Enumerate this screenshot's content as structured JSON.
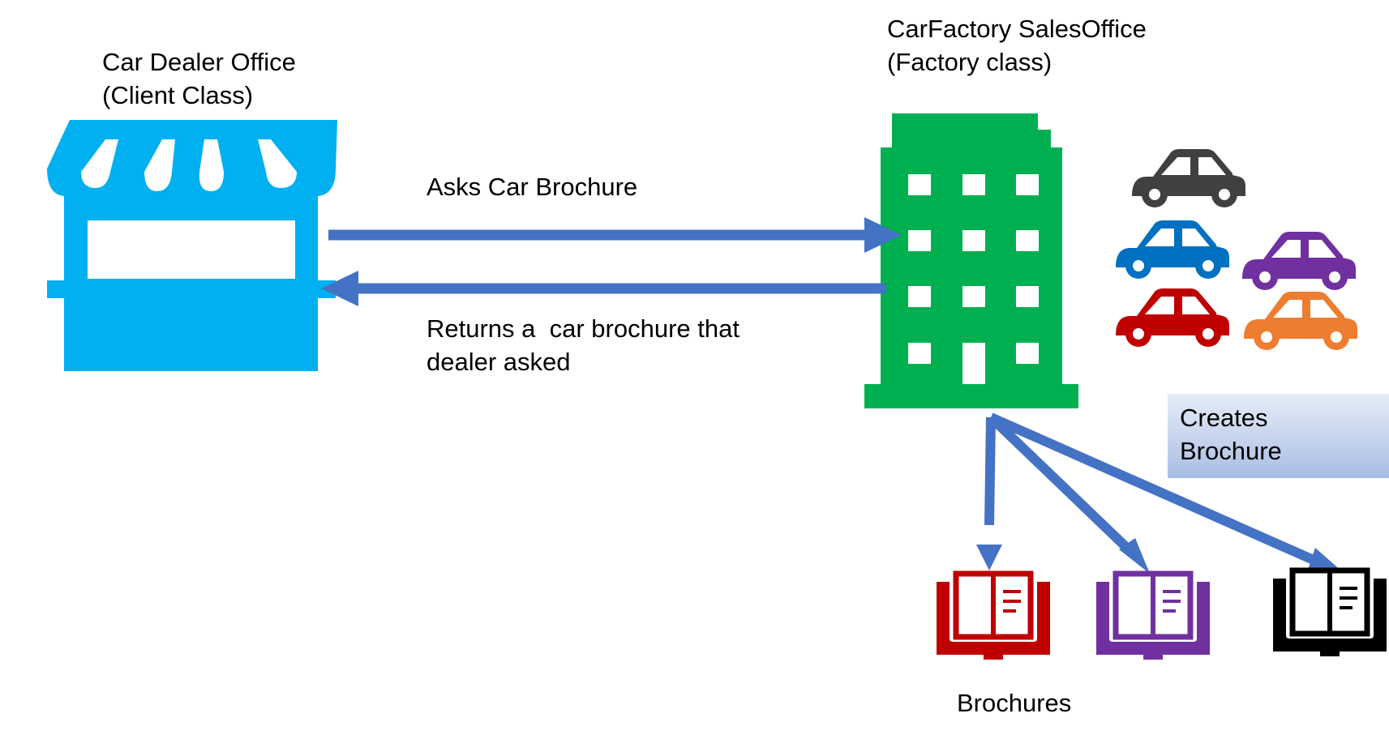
{
  "dealer": {
    "title_line1": "Car Dealer Office",
    "title_line2": "(Client Class)",
    "icon": "storefront-icon",
    "color": "#00b0f0"
  },
  "factory": {
    "title_line1": "CarFactory SalesOffice",
    "title_line2": "(Factory class)",
    "icon": "office-building-icon",
    "color": "#00b050"
  },
  "arrows": {
    "color": "#4472c4",
    "request_label": "Asks Car Brochure",
    "response_label_line1": "Returns a  car brochure that",
    "response_label_line2": "dealer asked"
  },
  "cars": [
    {
      "name": "car-icon",
      "color": "#404040"
    },
    {
      "name": "car-icon",
      "color": "#0070c0"
    },
    {
      "name": "car-icon",
      "color": "#7030a0"
    },
    {
      "name": "car-icon",
      "color": "#c00000"
    },
    {
      "name": "car-icon",
      "color": "#ed7d31"
    }
  ],
  "creates_label_line1": "Creates",
  "creates_label_line2": "Brochure",
  "brochures": [
    {
      "name": "brochure-book-icon",
      "color": "#c00000"
    },
    {
      "name": "brochure-book-icon",
      "color": "#7030a0"
    },
    {
      "name": "brochure-book-icon",
      "color": "#000000"
    }
  ],
  "brochures_label": "Brochures"
}
